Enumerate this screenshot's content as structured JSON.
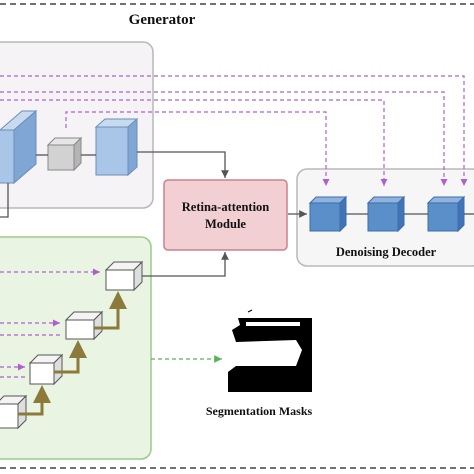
{
  "title": "Generator",
  "retina_module": {
    "line1": "Retina-attention",
    "line2": "Module"
  },
  "decoder": {
    "label": "Denoising Decoder"
  },
  "output": {
    "label": "Segmentation Masks"
  },
  "colors": {
    "dashed_purple": "#b05fcf",
    "dashed_green": "#59b259",
    "retina_fill": "#f1cfd3",
    "retina_stroke": "#c9838d",
    "bottom_panel_fill": "#e9f4e3",
    "bottom_panel_stroke": "#9bc98c",
    "arrow_olive": "#8c7a3a",
    "cube_blue": "#5b8fc9",
    "cube_light_blue": "#a9c6e8"
  }
}
